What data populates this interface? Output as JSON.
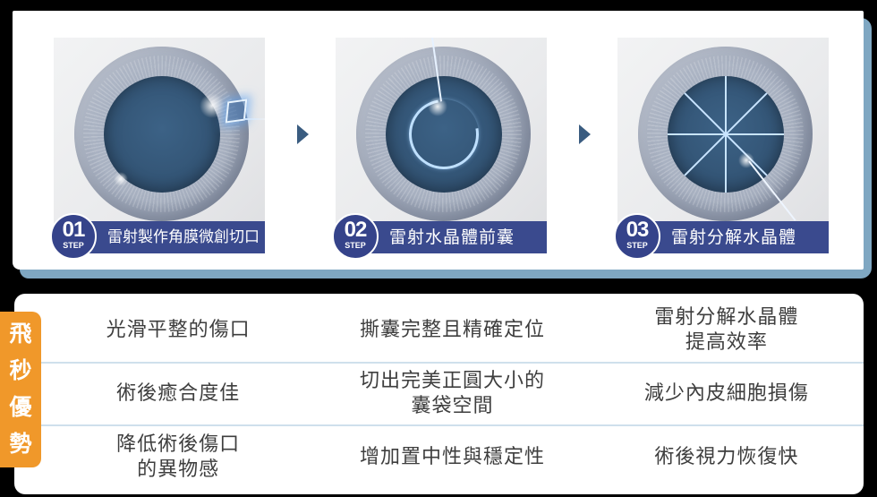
{
  "steps": [
    {
      "number": "01",
      "step_label": "STEP",
      "caption": "雷射製作角膜微創切口",
      "illustration": "corneal-incision"
    },
    {
      "number": "02",
      "step_label": "STEP",
      "caption": "雷射水晶體前囊",
      "illustration": "anterior-capsulotomy"
    },
    {
      "number": "03",
      "step_label": "STEP",
      "caption": "雷射分解水晶體",
      "illustration": "lens-fragmentation"
    }
  ],
  "advantages": {
    "tag": [
      "飛",
      "秒",
      "優",
      "勢"
    ],
    "rows": [
      [
        [
          "光滑平整的傷口"
        ],
        [
          "撕囊完整且精確定位"
        ],
        [
          "雷射分解水晶體",
          "提高效率"
        ]
      ],
      [
        [
          "術後癒合度佳"
        ],
        [
          "切出完美正圓大小的",
          "囊袋空間"
        ],
        [
          "減少內皮細胞損傷"
        ]
      ],
      [
        [
          "降低術後傷口",
          "的異物感"
        ],
        [
          "增加置中性與穩定性"
        ],
        [
          "術後視力恢復快"
        ]
      ]
    ]
  },
  "colors": {
    "navy": "#3a4a8e",
    "orange": "#f0982a",
    "frame_blue": "#7fa7c2",
    "arrow": "#3a5c80",
    "divider": "#cfe0ec",
    "text": "#3e3e3e"
  }
}
